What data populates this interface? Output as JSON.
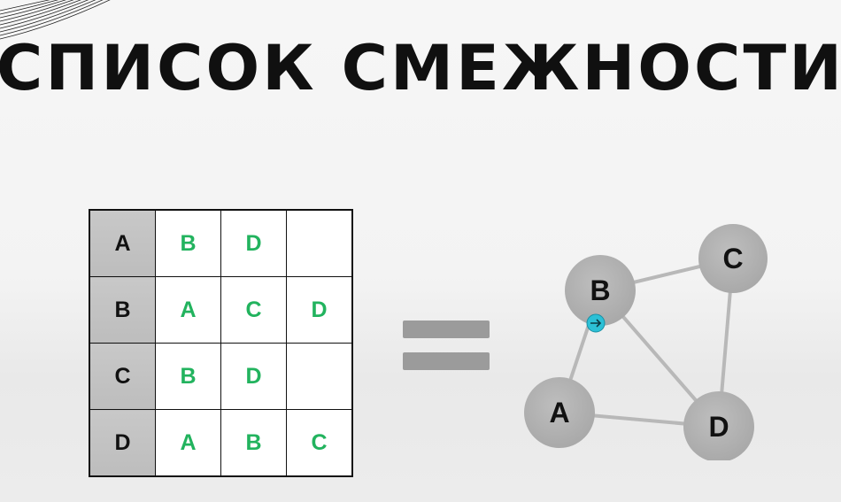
{
  "title": "СПИСОК СМЕЖНОСТИ",
  "colors": {
    "neighbor_text": "#22b35e",
    "row_head_bg": "#c2c2c2",
    "node_fill": "#b5b5b5",
    "edge": "#b8b8b8",
    "cursor": "#2cc0d6"
  },
  "adjacency_list": [
    {
      "vertex": "A",
      "neighbors": [
        "B",
        "D",
        ""
      ]
    },
    {
      "vertex": "B",
      "neighbors": [
        "A",
        "C",
        "D"
      ]
    },
    {
      "vertex": "C",
      "neighbors": [
        "B",
        "D",
        ""
      ]
    },
    {
      "vertex": "D",
      "neighbors": [
        "A",
        "B",
        "C"
      ]
    }
  ],
  "graph": {
    "nodes": [
      "A",
      "B",
      "C",
      "D"
    ],
    "edges": [
      [
        "A",
        "B"
      ],
      [
        "A",
        "D"
      ],
      [
        "B",
        "C"
      ],
      [
        "B",
        "D"
      ],
      [
        "C",
        "D"
      ]
    ]
  }
}
